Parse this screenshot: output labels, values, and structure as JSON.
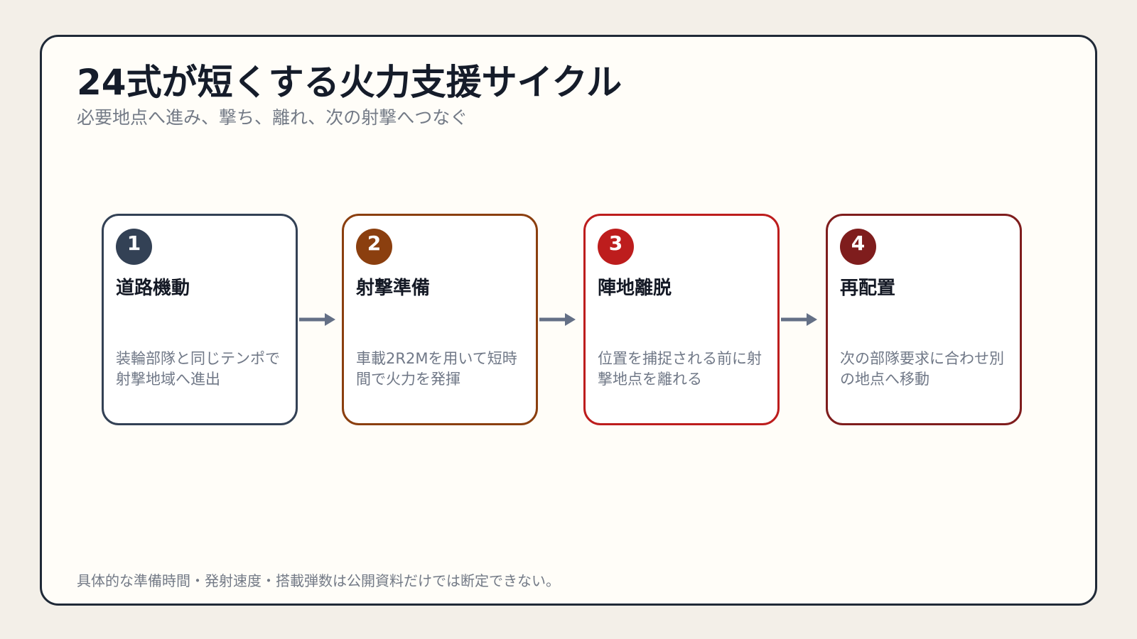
{
  "header": {
    "title": "24式が短くする火力支援サイクル",
    "subtitle": "必要地点へ進み、撃ち、離れ、次の射撃へつなぐ"
  },
  "steps": [
    {
      "number": "1",
      "title": "道路機動",
      "description": "装輪部隊と同じテンポで射撃地域へ進出",
      "color": "#334155"
    },
    {
      "number": "2",
      "title": "射撃準備",
      "description": "車載2R2Mを用いて短時間で火力を発揮",
      "color": "#8b3f0f"
    },
    {
      "number": "3",
      "title": "陣地離脱",
      "description": "位置を捕捉される前に射撃地点を離れる",
      "color": "#bd1d1d"
    },
    {
      "number": "4",
      "title": "再配置",
      "description": "次の部隊要求に合わせ別の地点へ移動",
      "color": "#7f1d1d"
    }
  ],
  "connectors": {
    "icon": "arrow-right-icon",
    "color": "#647086"
  },
  "footer": {
    "note": "具体的な準備時間・発射速度・搭載弾数は公開資料だけでは断定できない。"
  }
}
